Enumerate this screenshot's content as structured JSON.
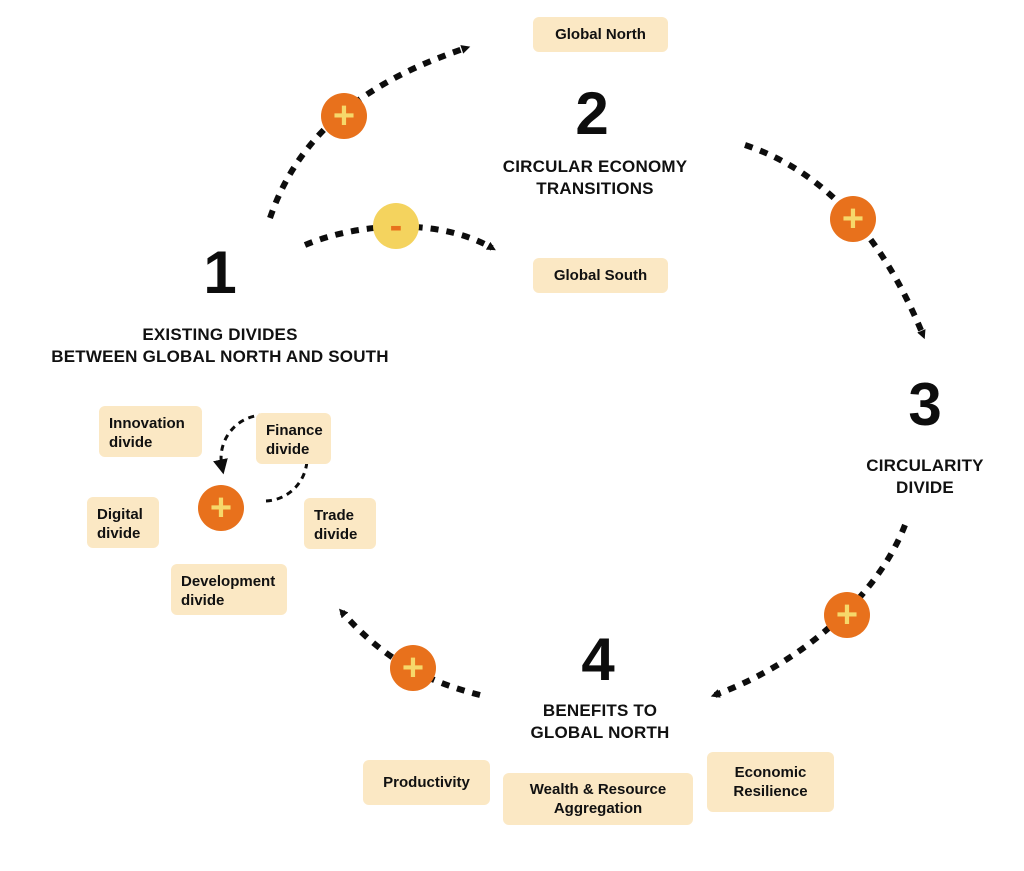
{
  "stages": [
    {
      "number": "1",
      "title_lines": [
        "EXISTING DIVIDES",
        "BETWEEN GLOBAL NORTH AND SOUTH"
      ]
    },
    {
      "number": "2",
      "title_lines": [
        "CIRCULAR ECONOMY",
        "TRANSITIONS"
      ]
    },
    {
      "number": "3",
      "title_lines": [
        "CIRCULARITY",
        "DIVIDE"
      ]
    },
    {
      "number": "4",
      "title_lines": [
        "BENEFITS TO",
        "GLOBAL NORTH"
      ]
    }
  ],
  "regions": {
    "global_north": "Global North",
    "global_south": "Global South"
  },
  "divides": [
    {
      "lines": [
        "Innovation",
        "divide"
      ]
    },
    {
      "lines": [
        "Finance",
        "divide"
      ]
    },
    {
      "lines": [
        "Digital",
        "divide"
      ]
    },
    {
      "lines": [
        "Trade",
        "divide"
      ]
    },
    {
      "lines": [
        "Development",
        "divide"
      ]
    }
  ],
  "benefits": [
    {
      "lines": [
        "Productivity"
      ]
    },
    {
      "lines": [
        "Wealth & Resource",
        "Aggregation"
      ]
    },
    {
      "lines": [
        "Economic",
        "Resilience"
      ]
    }
  ],
  "signs": {
    "plus": "+",
    "minus": "-"
  },
  "colors": {
    "box_fill": "#fbe8c4",
    "plus_circle": "#e8711c",
    "plus_glyph": "#f6d86a",
    "minus_circle": "#f4d35e",
    "minus_glyph": "#e8711c",
    "arrow": "#0d0d0d",
    "text": "#111111"
  }
}
